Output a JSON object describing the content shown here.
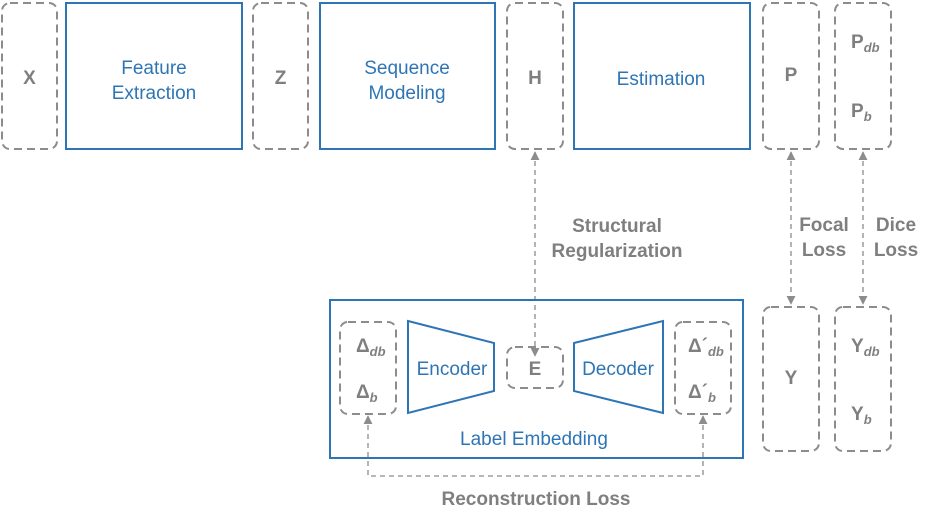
{
  "top_row": {
    "x_label": "X",
    "feature_extraction": [
      "Feature",
      "Extraction"
    ],
    "z_label": "Z",
    "sequence_modeling": [
      "Sequence",
      "Modeling"
    ],
    "h_label": "H",
    "estimation": "Estimation",
    "p_label": "P",
    "p_db": {
      "base": "P",
      "sub": "db"
    },
    "p_b": {
      "base": "P",
      "sub": "b"
    }
  },
  "losses": {
    "structural": [
      "Structural",
      "Regularization"
    ],
    "focal": [
      "Focal",
      "Loss"
    ],
    "dice": [
      "Dice",
      "Loss"
    ],
    "reconstruction": "Reconstruction Loss"
  },
  "label_embedding": {
    "title": "Label Embedding",
    "input_db": {
      "base": "Δ",
      "sub": "db"
    },
    "input_b": {
      "base": "Δ",
      "sub": "b"
    },
    "encoder": "Encoder",
    "e_label": "E",
    "decoder": "Decoder",
    "output_db": {
      "base": "Δ",
      "prime": "´",
      "sub": "db"
    },
    "output_b": {
      "base": "Δ",
      "prime": "´",
      "sub": "b"
    }
  },
  "targets": {
    "y_label": "Y",
    "y_db": {
      "base": "Y",
      "sub": "db"
    },
    "y_b": {
      "base": "Y",
      "sub": "b"
    }
  },
  "colors": {
    "blue": "#2e75b6",
    "gray": "#8c8c8c",
    "gray_text": "#7f7f7f"
  }
}
